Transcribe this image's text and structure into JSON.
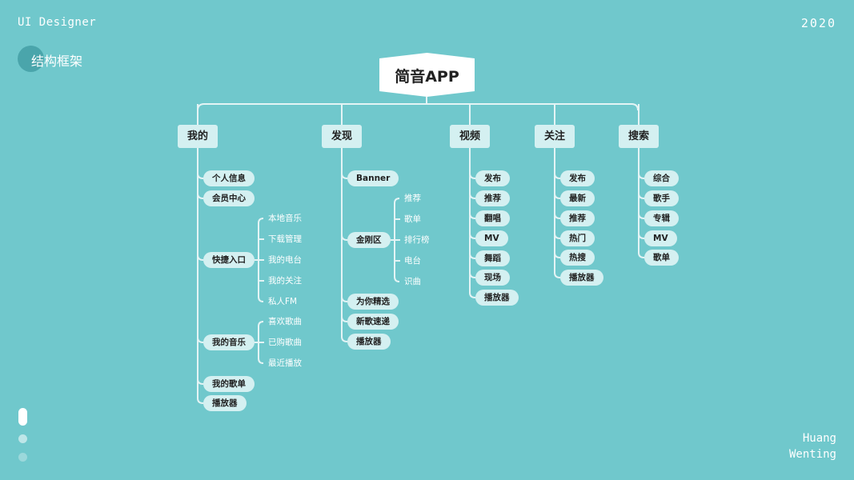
{
  "header": {
    "brand": "UI Designer",
    "year": "2020",
    "section_title": "结构框架"
  },
  "author": {
    "line1": "Huang",
    "line2": "Wenting"
  },
  "colors": {
    "background": "#70c8cc",
    "node": "#d4f0f1",
    "line": "#e4f4f5",
    "accent_circle": "#4aa5ab"
  },
  "tree": {
    "root": "简音APP",
    "sections": [
      {
        "label": "我的",
        "children": [
          {
            "label": "个人信息"
          },
          {
            "label": "会员中心"
          },
          {
            "label": "快捷入口",
            "children": [
              "本地音乐",
              "下载管理",
              "我的电台",
              "我的关注",
              "私人FM"
            ]
          },
          {
            "label": "我的音乐",
            "children": [
              "喜欢歌曲",
              "已购歌曲",
              "最近播放"
            ]
          },
          {
            "label": "我的歌单"
          },
          {
            "label": "播放器"
          }
        ]
      },
      {
        "label": "发现",
        "children": [
          {
            "label": "Banner"
          },
          {
            "label": "金刚区",
            "children": [
              "推荐",
              "歌单",
              "排行榜",
              "电台",
              "识曲"
            ]
          },
          {
            "label": "为你精选"
          },
          {
            "label": "新歌速递"
          },
          {
            "label": "播放器"
          }
        ]
      },
      {
        "label": "视频",
        "children": [
          {
            "label": "发布"
          },
          {
            "label": "推荐"
          },
          {
            "label": "翻唱"
          },
          {
            "label": "MV"
          },
          {
            "label": "舞蹈"
          },
          {
            "label": "现场"
          },
          {
            "label": "播放器"
          }
        ]
      },
      {
        "label": "关注",
        "children": [
          {
            "label": "发布"
          },
          {
            "label": "最新"
          },
          {
            "label": "推荐"
          },
          {
            "label": "热门"
          },
          {
            "label": "热搜"
          },
          {
            "label": "播放器"
          }
        ]
      },
      {
        "label": "搜索",
        "children": [
          {
            "label": "综合"
          },
          {
            "label": "歌手"
          },
          {
            "label": "专辑"
          },
          {
            "label": "MV"
          },
          {
            "label": "歌单"
          }
        ]
      }
    ]
  },
  "pagination": {
    "pages": 3,
    "current": 1
  }
}
